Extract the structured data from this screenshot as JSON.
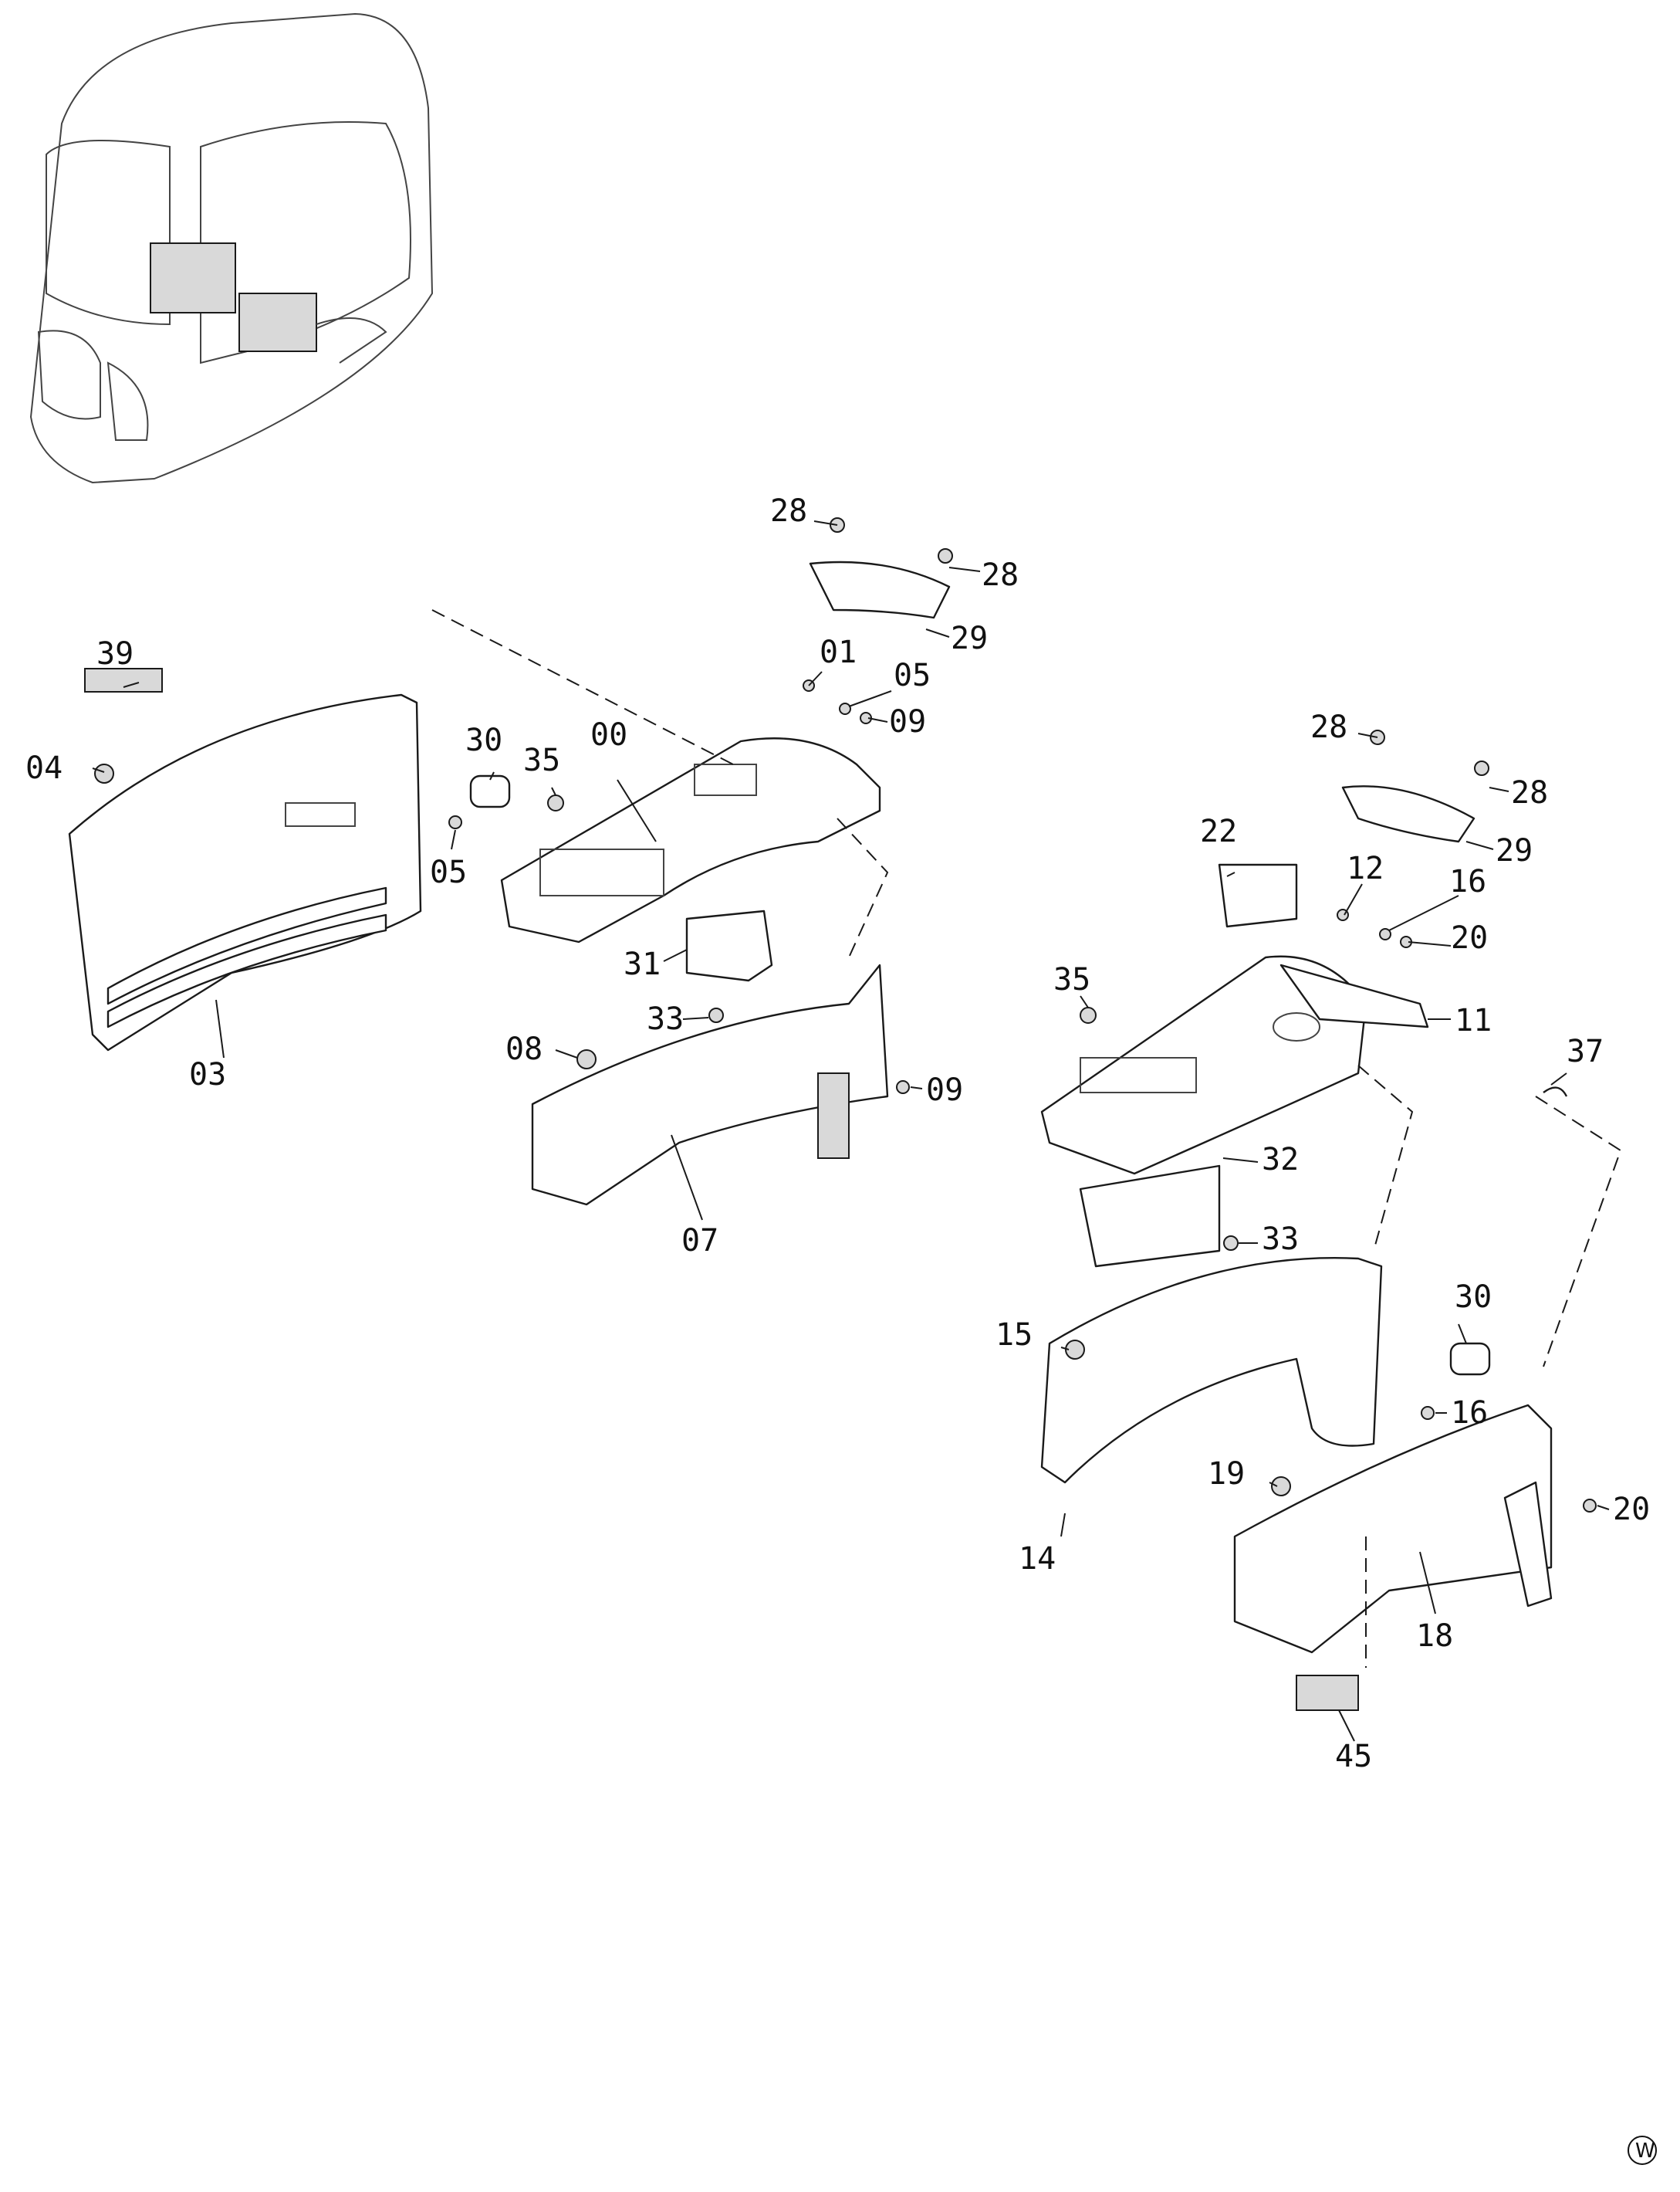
{
  "callouts": {
    "p_00": "00",
    "p_01": "01",
    "p_03": "03",
    "p_04": "04",
    "p_05a": "05",
    "p_05b": "05",
    "p_07": "07",
    "p_08": "08",
    "p_09a": "09",
    "p_09b": "09",
    "p_11": "11",
    "p_12": "12",
    "p_14": "14",
    "p_15": "15",
    "p_16a": "16",
    "p_16b": "16",
    "p_18": "18",
    "p_19": "19",
    "p_20a": "20",
    "p_20b": "20",
    "p_22": "22",
    "p_28a": "28",
    "p_28b": "28",
    "p_28c": "28",
    "p_28d": "28",
    "p_29a": "29",
    "p_29b": "29",
    "p_30a": "30",
    "p_30b": "30",
    "p_31": "31",
    "p_32": "32",
    "p_33a": "33",
    "p_33b": "33",
    "p_35a": "35",
    "p_35b": "35",
    "p_37": "37",
    "p_39": "39",
    "p_45": "45"
  },
  "watermark": "W"
}
